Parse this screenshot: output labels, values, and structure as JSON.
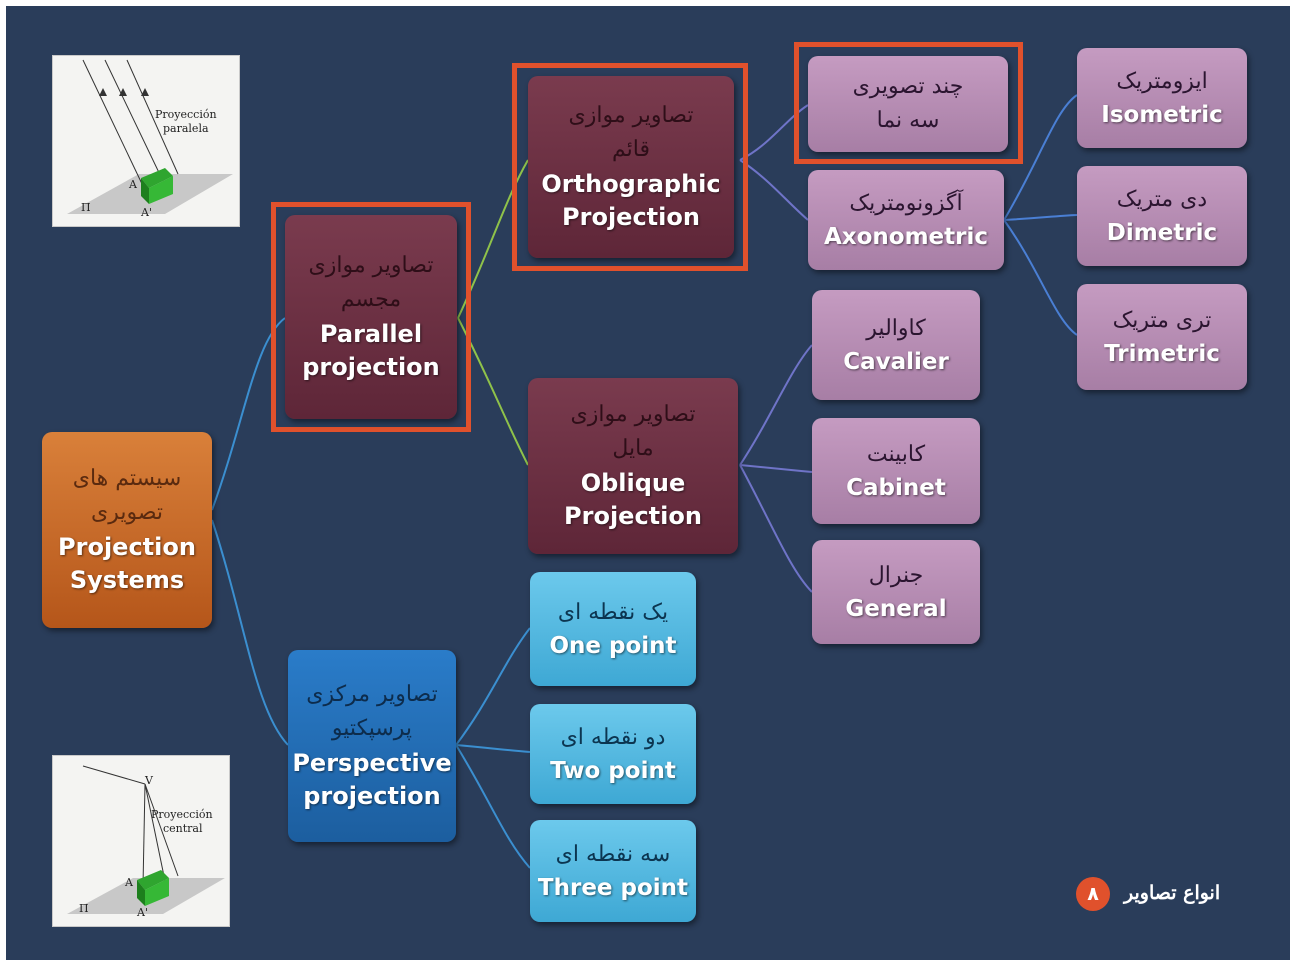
{
  "nodes": {
    "root": {
      "fa_1": "سیستم های",
      "fa_2": "تصویری",
      "en_1": "Projection",
      "en_2": "Systems"
    },
    "parallel": {
      "fa_1": "تصاویر موازی",
      "fa_2": "مجسم",
      "en_1": "Parallel",
      "en_2": "projection"
    },
    "perspective": {
      "fa_1": "تصاویر مرکزی",
      "fa_2": "پرسپکتیو",
      "en_1": "Perspective",
      "en_2": "projection"
    },
    "orthographic": {
      "fa_1": "تصاویر موازی",
      "fa_2": "قائم",
      "en_1": "Orthographic",
      "en_2": "Projection"
    },
    "oblique": {
      "fa_1": "تصاویر موازی",
      "fa_2": "مایل",
      "en_1": "Oblique",
      "en_2": "Projection"
    },
    "multiview": {
      "fa_1": "چند تصویری",
      "fa_2": "سه نما"
    },
    "axonometric": {
      "fa": "آگزونومتریک",
      "en": "Axonometric"
    },
    "isometric": {
      "fa": "ایزومتریک",
      "en": "Isometric"
    },
    "dimetric": {
      "fa": "دی متریک",
      "en": "Dimetric"
    },
    "trimetric": {
      "fa": "تری متریک",
      "en": "Trimetric"
    },
    "cavalier": {
      "fa": "کاوالیر",
      "en": "Cavalier"
    },
    "cabinet": {
      "fa": "کابینت",
      "en": "Cabinet"
    },
    "general": {
      "fa": "جنرال",
      "en": "General"
    },
    "one_point": {
      "fa": "یک نقطه ای",
      "en": "One point"
    },
    "two_point": {
      "fa": "دو نقطه ای",
      "en": "Two point"
    },
    "three_point": {
      "fa": "سه نقطه ای",
      "en": "Three point"
    }
  },
  "thumbnails": {
    "parallel": {
      "caption_1": "Proyección",
      "caption_2": "paralela",
      "plane": "Π",
      "point_a": "A",
      "point_a_prime": "A'"
    },
    "central": {
      "caption_1": "Proyección",
      "caption_2": "central",
      "vertex": "V",
      "plane": "Π",
      "point_a": "A",
      "point_a_prime": "A'"
    }
  },
  "footer": {
    "label": "انواع تصاویر",
    "number": "۸"
  },
  "colors": {
    "background": "#2a3d5a",
    "highlight": "#e0512c",
    "orange": "#c7682a",
    "maroon": "#6b3045",
    "pink": "#b48cb2",
    "blue": "#2370b8",
    "cyan": "#55b9e0"
  }
}
